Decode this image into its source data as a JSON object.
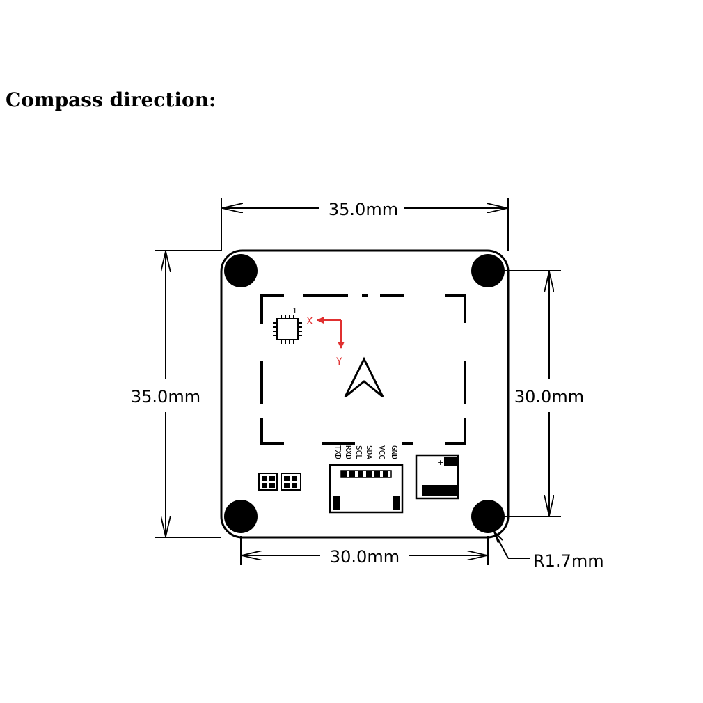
{
  "heading": "Compass direction:",
  "dimensions": {
    "top_width": "35.0mm",
    "left_height": "35.0mm",
    "right_hole_spacing": "30.0mm",
    "bottom_hole_spacing": "30.0mm",
    "corner_radius": "R1.7mm"
  },
  "axes": {
    "x_label": "X",
    "y_label": "Y",
    "chip_pin1_marker": "1",
    "color": "#e03030"
  },
  "connector_pins": [
    "GND",
    "VCC",
    "SDA",
    "SCL",
    "RXD",
    "TXD"
  ],
  "battery_plus": "+"
}
